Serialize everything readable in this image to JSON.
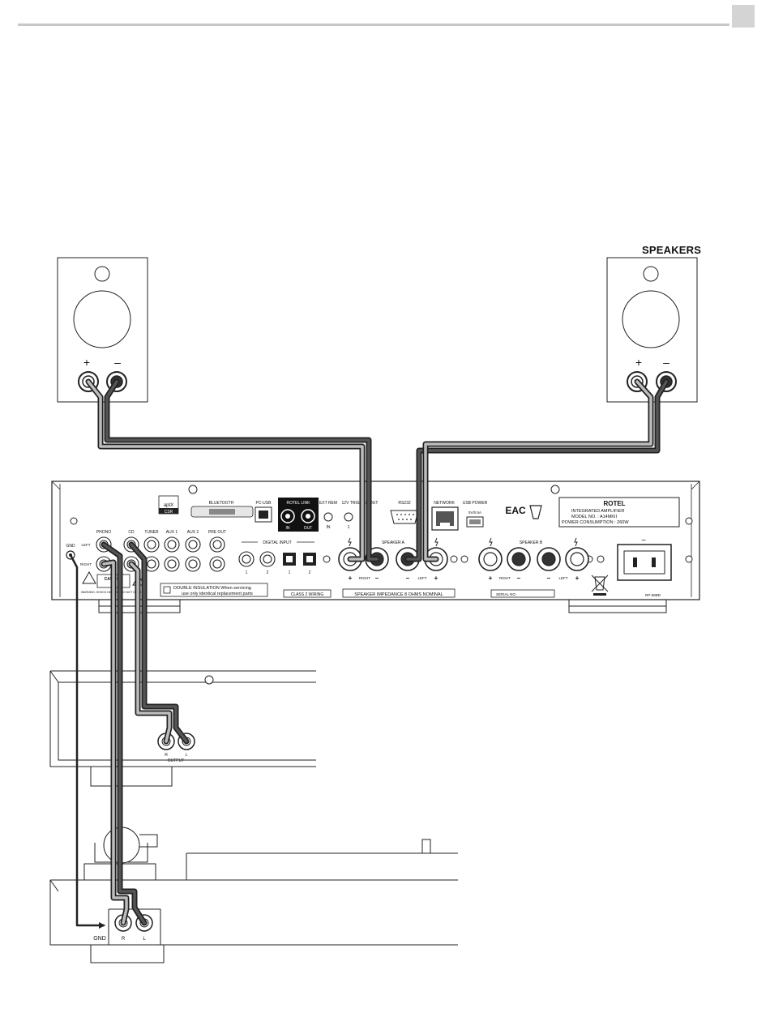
{
  "title": "SPEAKERS",
  "speaker": {
    "plus": "+",
    "minus": "–"
  },
  "amp": {
    "bluetooth": "BLUETOOTH",
    "aptx": "aptX",
    "csr": "CSR",
    "pcusb": "PC-USB",
    "rotel_link": "ROTEL LINK",
    "link_in": "IN",
    "link_out": "OUT",
    "ext_rem": "EXT REM",
    "ext_in": "IN",
    "trigger": "12V TRIGGER OUT",
    "trigger_num": "1",
    "rs232": "RS232",
    "network": "NETWORK",
    "usb_power": "USB POWER",
    "usb_spec": "5V/0.5A",
    "eac": "EAC",
    "brand": "ROTEL",
    "label_1": "INTEGRATED AMPLIFIER",
    "label_2": "MODEL NO. : A14MKII",
    "label_3": "POWER CONSUMPTION : 260W",
    "phono": "PHONO",
    "cd": "CD",
    "tuner": "TUNER",
    "aux1": "AUX 1",
    "aux2": "AUX 2",
    "preout": "PRE OUT",
    "gnd": "GND",
    "left": "LEFT",
    "right": "RIGHT",
    "digital_input": "DIGITAL INPUT",
    "d1": "1",
    "d2": "2",
    "o1": "1",
    "o2": "2",
    "speaker_a": "SPEAKER A",
    "speaker_b": "SPEAKER B",
    "ra_right": "RIGHT",
    "ra_left": "LEFT",
    "rb_right": "RIGHT",
    "rb_left": "LEFT",
    "double_ins_1": "DOUBLE INSULATION  When servicing",
    "double_ins_2": "use only identical replacement parts",
    "caution": "CAUTION",
    "warning": "WARNING: SHOCK HAZARD - DO NOT OPEN",
    "class2": "CLASS 2 WIRING",
    "impedance": "SPEAKER IMPEDANCE 8 OHMS NOMINAL",
    "serial": "SERIAL NO.",
    "model_code": "RP-58BD",
    "tilde": "~"
  },
  "cd_player": {
    "output": "OUTPUT",
    "r": "R",
    "l": "L"
  },
  "turntable": {
    "gnd": "GND",
    "r": "R",
    "l": "L"
  }
}
